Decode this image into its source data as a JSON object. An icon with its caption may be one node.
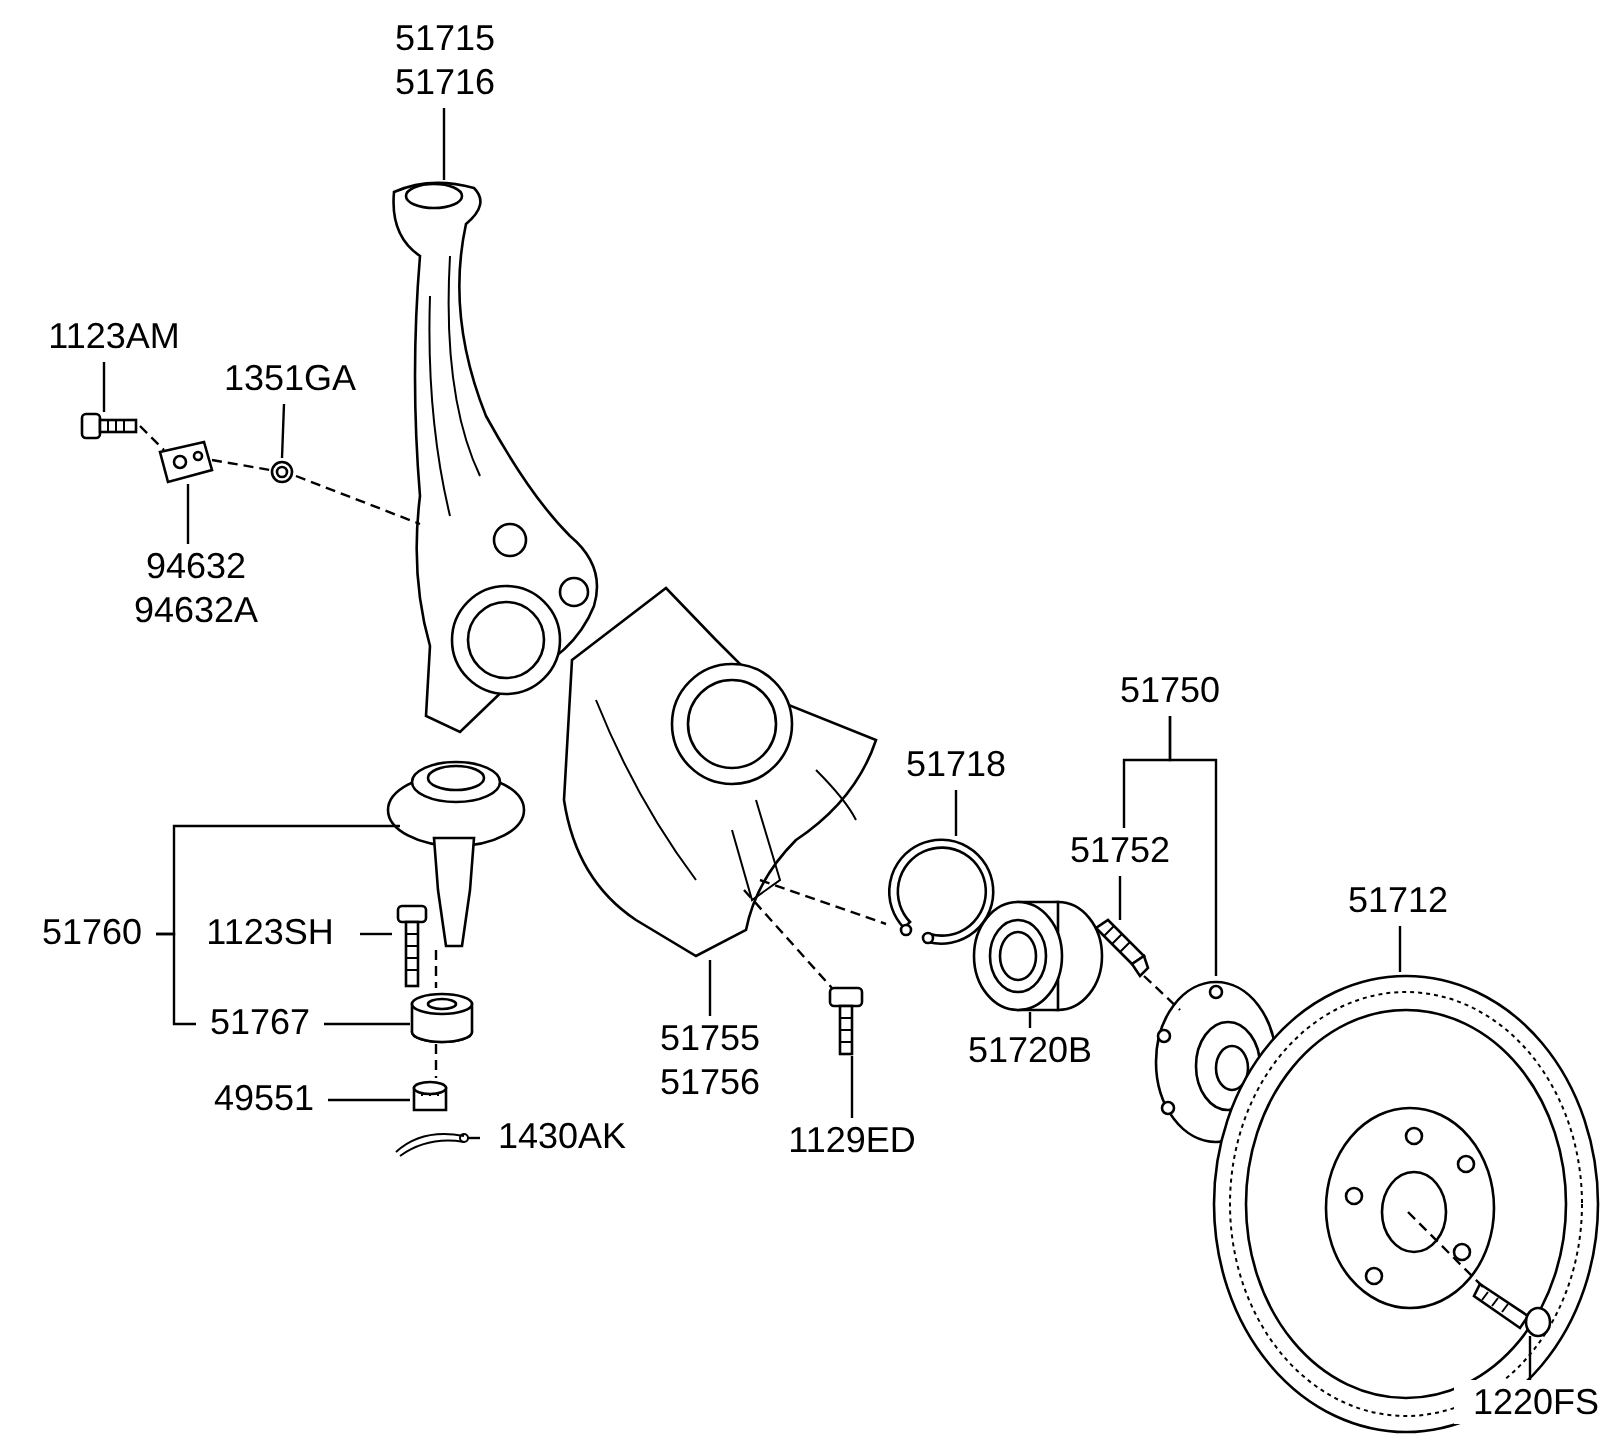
{
  "diagram": {
    "nodes": [
      {
        "text": [
          "51715",
          "51716"
        ]
      },
      {
        "text": [],
        "shape": "picture"
      },
      {
        "text": [
          "1123AM"
        ]
      },
      {
        "text": [],
        "shape": "picture"
      },
      {
        "text": [
          "1351GA"
        ]
      },
      {
        "text": [],
        "shape": "picture"
      },
      {
        "text": [],
        "shape": "picture"
      },
      {
        "text": [
          "94632",
          "94632A"
        ]
      },
      {
        "text": [
          "51750"
        ]
      },
      {
        "text": [
          "51718"
        ]
      },
      {
        "text": [
          "51752"
        ]
      },
      {
        "text": [],
        "shape": "picture"
      },
      {
        "text": [
          "51712"
        ]
      },
      {
        "text": [],
        "shape": "picture"
      },
      {
        "text": [],
        "shape": "picture"
      },
      {
        "text": [
          "51760"
        ]
      },
      {
        "text": [
          "1123SH"
        ]
      },
      {
        "text": [],
        "shape": "picture"
      },
      {
        "text": [],
        "shape": "picture"
      },
      {
        "text": [],
        "shape": "picture"
      },
      {
        "text": [],
        "shape": "picture"
      },
      {
        "text": [],
        "shape": "picture"
      },
      {
        "text": [
          "51767"
        ]
      },
      {
        "text": [],
        "shape": "picture"
      },
      {
        "text": [
          "51755",
          "51756"
        ]
      },
      {
        "text": [
          "51720B"
        ]
      },
      {
        "text": [],
        "shape": "picture"
      },
      {
        "text": [
          "49551"
        ]
      },
      {
        "text": [],
        "shape": "picture"
      },
      {
        "text": [
          "1129ED"
        ]
      },
      {
        "text": [
          "1430AK"
        ]
      },
      {
        "text": [],
        "shape": "picture"
      },
      {
        "text": [],
        "shape": "picture",
        "in": 21
      },
      {
        "text": [
          "1220FS"
        ]
      }
    ],
    "edges": [
      {
        "from": 0,
        "to": 1,
        "arrow": "none"
      },
      {
        "from": 2,
        "to": 3,
        "arrow": "none"
      },
      {
        "from": 4,
        "to": 5,
        "arrow": "none"
      },
      {
        "from": 7,
        "to": 6,
        "arrow": "none"
      },
      {
        "from": 15,
        "to": 13,
        "arrow": "none"
      },
      {
        "from": 15,
        "to": 22,
        "arrow": "none"
      },
      {
        "from": 16,
        "to": 17,
        "arrow": "none"
      },
      {
        "from": 22,
        "to": 23,
        "arrow": "none"
      },
      {
        "from": 27,
        "to": 28,
        "arrow": "none"
      },
      {
        "from": 30,
        "to": 31,
        "arrow": "none"
      },
      {
        "from": 24,
        "to": 14,
        "arrow": "none"
      },
      {
        "from": 29,
        "to": 26,
        "arrow": "none"
      },
      {
        "from": 9,
        "to": 11,
        "arrow": "none"
      },
      {
        "from": 25,
        "to": 19,
        "arrow": "none"
      },
      {
        "from": 8,
        "to": 10,
        "arrow": "none"
      },
      {
        "from": 8,
        "to": 20,
        "arrow": "none"
      },
      {
        "from": 10,
        "to": 18,
        "arrow": "none"
      },
      {
        "from": 12,
        "to": 21,
        "arrow": "none"
      },
      {
        "from": 33,
        "to": 32,
        "arrow": "none"
      },
      {
        "from": 3,
        "to": 6,
        "arrow": "none",
        "style": "dashed"
      },
      {
        "from": 6,
        "to": 5,
        "arrow": "none",
        "style": "dashed"
      },
      {
        "from": 5,
        "to": 1,
        "arrow": "none",
        "style": "dashed"
      },
      {
        "from": 14,
        "to": 26,
        "arrow": "none",
        "style": "dashed"
      },
      {
        "from": 14,
        "to": 11,
        "arrow": "none",
        "style": "dashed"
      },
      {
        "from": 13,
        "to": 23,
        "arrow": "none",
        "style": "dashed"
      },
      {
        "from": 23,
        "to": 28,
        "arrow": "none",
        "style": "dashed"
      },
      {
        "from": 18,
        "to": 20,
        "arrow": "none",
        "style": "dashed"
      },
      {
        "from": 21,
        "to": 32,
        "arrow": "none",
        "style": "dashed"
      }
    ]
  }
}
